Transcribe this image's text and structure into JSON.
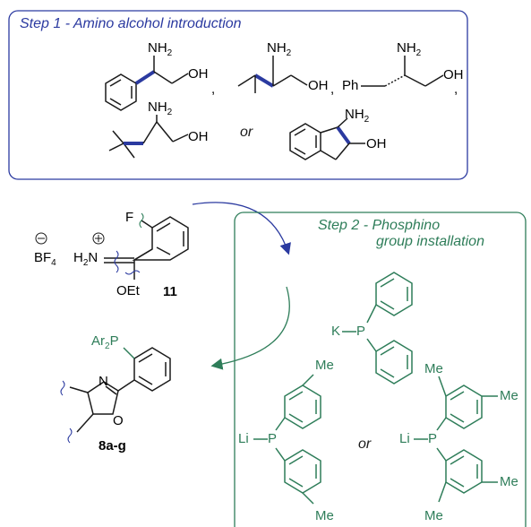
{
  "step1": {
    "title": "Step 1 - Amino alcohol introduction",
    "labels": {
      "nh2": "NH",
      "two": "2",
      "oh": "OH",
      "ph": "Ph",
      "comma": ",",
      "or": "or"
    }
  },
  "reagent11": {
    "bf": "BF",
    "four": "4",
    "h2n": "H",
    "n": "N",
    "oet": "OEt",
    "f": "F",
    "number": "11"
  },
  "product": {
    "ar": "Ar",
    "p": "P",
    "n": "N",
    "o": "O",
    "label": "8a-g"
  },
  "step2": {
    "title_line1": "Step 2 - Phosphino",
    "title_line2": "group installation",
    "k": "K",
    "p": "P",
    "li": "Li",
    "me": "Me",
    "or": "or"
  },
  "colors": {
    "blue": "#2b3aa0",
    "green": "#2e7d59",
    "black": "#1a1a1a"
  }
}
